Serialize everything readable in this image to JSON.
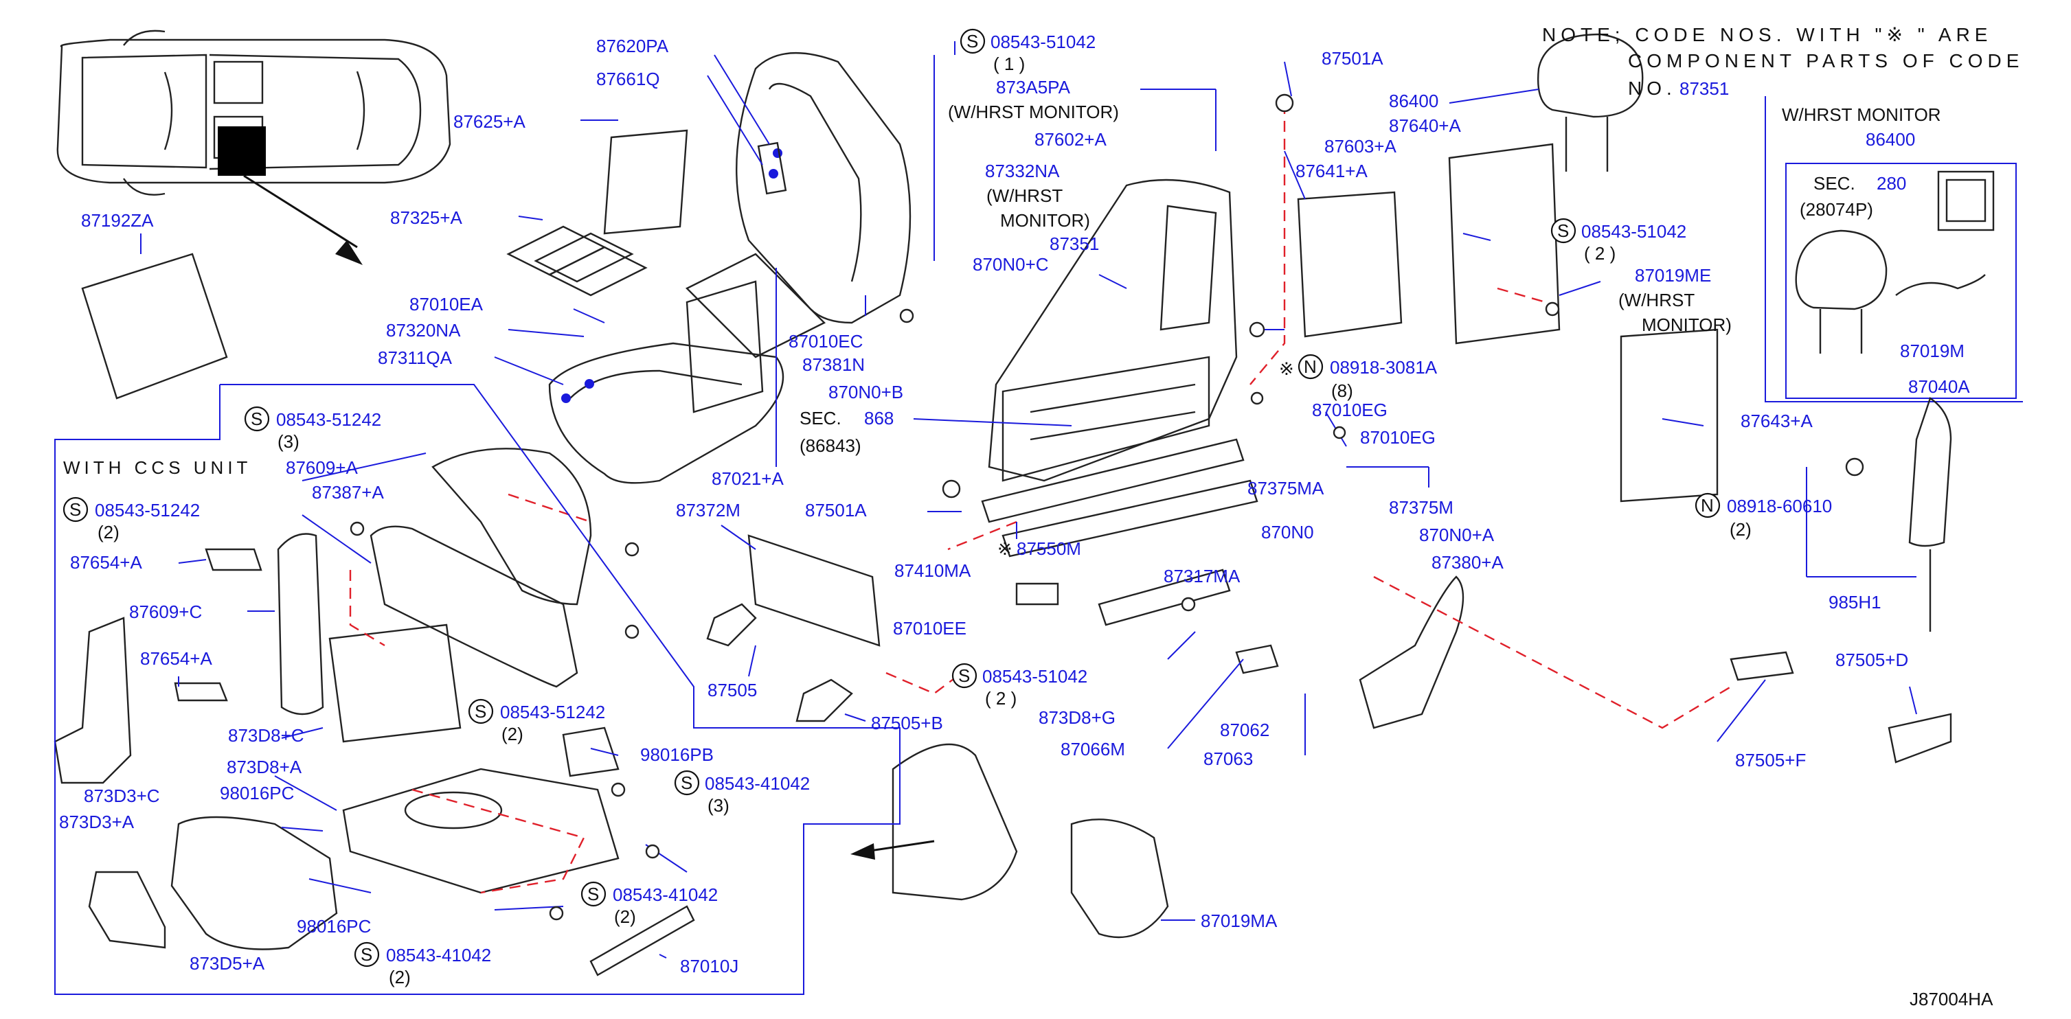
{
  "diagram_code": "J87004HA",
  "note": {
    "line1": "NOTE; CODE NOS. WITH \"※    \" ARE",
    "line2": "COMPONENT PARTS OF CODE",
    "line3": "NO.",
    "ref": "87351"
  },
  "labels": {
    "p87192ZA": "87192ZA",
    "p87625A": "87625+A",
    "p87325A": "87325+A",
    "p87010EA": "87010EA",
    "p87320NA": "87320NA",
    "p87311QA": "87311QA",
    "p87620PA": "87620PA",
    "p87661Q": "87661Q",
    "p87010EC": "87010EC",
    "p87381N": "87381N",
    "p87021A": "87021+A",
    "p870N0C": "870N0+C",
    "p870N0B": "870N0+B",
    "p87351": "87351",
    "p87332NA": "87332NA",
    "p87602A": "87602+A",
    "p873A5PA": "873A5PA",
    "p87501A_top": "87501A",
    "p87603A": "87603+A",
    "p87641A": "87641+A",
    "p86400": "86400",
    "p87640A": "87640+A",
    "p87019ME": "87019ME",
    "p87643A": "87643+A",
    "p86400_mon": "86400",
    "p87019M": "87019M",
    "p87040A": "87040A",
    "p985H1": "985H1",
    "p87505D": "87505+D",
    "p87505F": "87505+F",
    "p87380A": "87380+A",
    "p870N0A": "870N0+A",
    "p870N0": "870N0",
    "p87375M": "87375M",
    "p87375MA": "87375MA",
    "p87010EG_1": "87010EG",
    "p87010EG_2": "87010EG",
    "p87501A_mid": "87501A",
    "p87550M": "87550M",
    "p87372M": "87372M",
    "p87410MA": "87410MA",
    "p87010EE": "87010EE",
    "p87505": "87505",
    "p87505B": "87505+B",
    "p87317MA": "87317MA",
    "p873D8G": "873D8+G",
    "p87066M": "87066M",
    "p87062": "87062",
    "p87063": "87063",
    "p87019MA": "87019MA",
    "p87609A": "87609+A",
    "p87387A": "87387+A",
    "p87654A_1": "87654+A",
    "p87609C": "87609+C",
    "p87654A_2": "87654+A",
    "p873D8C": "873D8+C",
    "p873D8A": "873D8+A",
    "p98016PC_1": "98016PC",
    "p98016PB": "98016PB",
    "p873D3C": "873D3+C",
    "p873D3A": "873D3+A",
    "p873D5A": "873D5+A",
    "p98016PC_2": "98016PC",
    "p87010J": "87010J",
    "sec868_num": "868",
    "sec280_num": "280"
  },
  "screws": {
    "s1": {
      "code": "08543-51042",
      "qty": "( 1 )"
    },
    "s2": {
      "code": "08543-51042",
      "qty": "( 2 )"
    },
    "s3": {
      "code": "08543-51042",
      "qty": "( 2 )"
    },
    "s4": {
      "code": "08543-51242",
      "qty": "(3)"
    },
    "s5": {
      "code": "08543-51242",
      "qty": "(2)"
    },
    "s6": {
      "code": "08543-51242",
      "qty": "(2)"
    },
    "s7": {
      "code": "08543-41042",
      "qty": "(3)"
    },
    "s8": {
      "code": "08543-41042",
      "qty": "(2)"
    },
    "s9": {
      "code": "08543-41042",
      "qty": "(2)"
    }
  },
  "nuts": {
    "n1": {
      "code": "08918-3081A",
      "qty": "(8)"
    },
    "n2": {
      "code": "08918-60610",
      "qty": "(2)"
    }
  },
  "text": {
    "w_hrst_monitor_1": "(W/HRST MONITOR)",
    "w_hrst_1": "(W/HRST",
    "monitor_1": "MONITOR)",
    "w_hrst_2": "(W/HRST",
    "monitor_2": "MONITOR)",
    "w_hrst_box": "W/HRST MONITOR",
    "sec": "SEC.",
    "sec868_ref": "(86843)",
    "sec280_ref": "(28074P)",
    "with_ccs": "WITH CCS UNIT",
    "s": "S",
    "n": "N",
    "star": "※"
  }
}
